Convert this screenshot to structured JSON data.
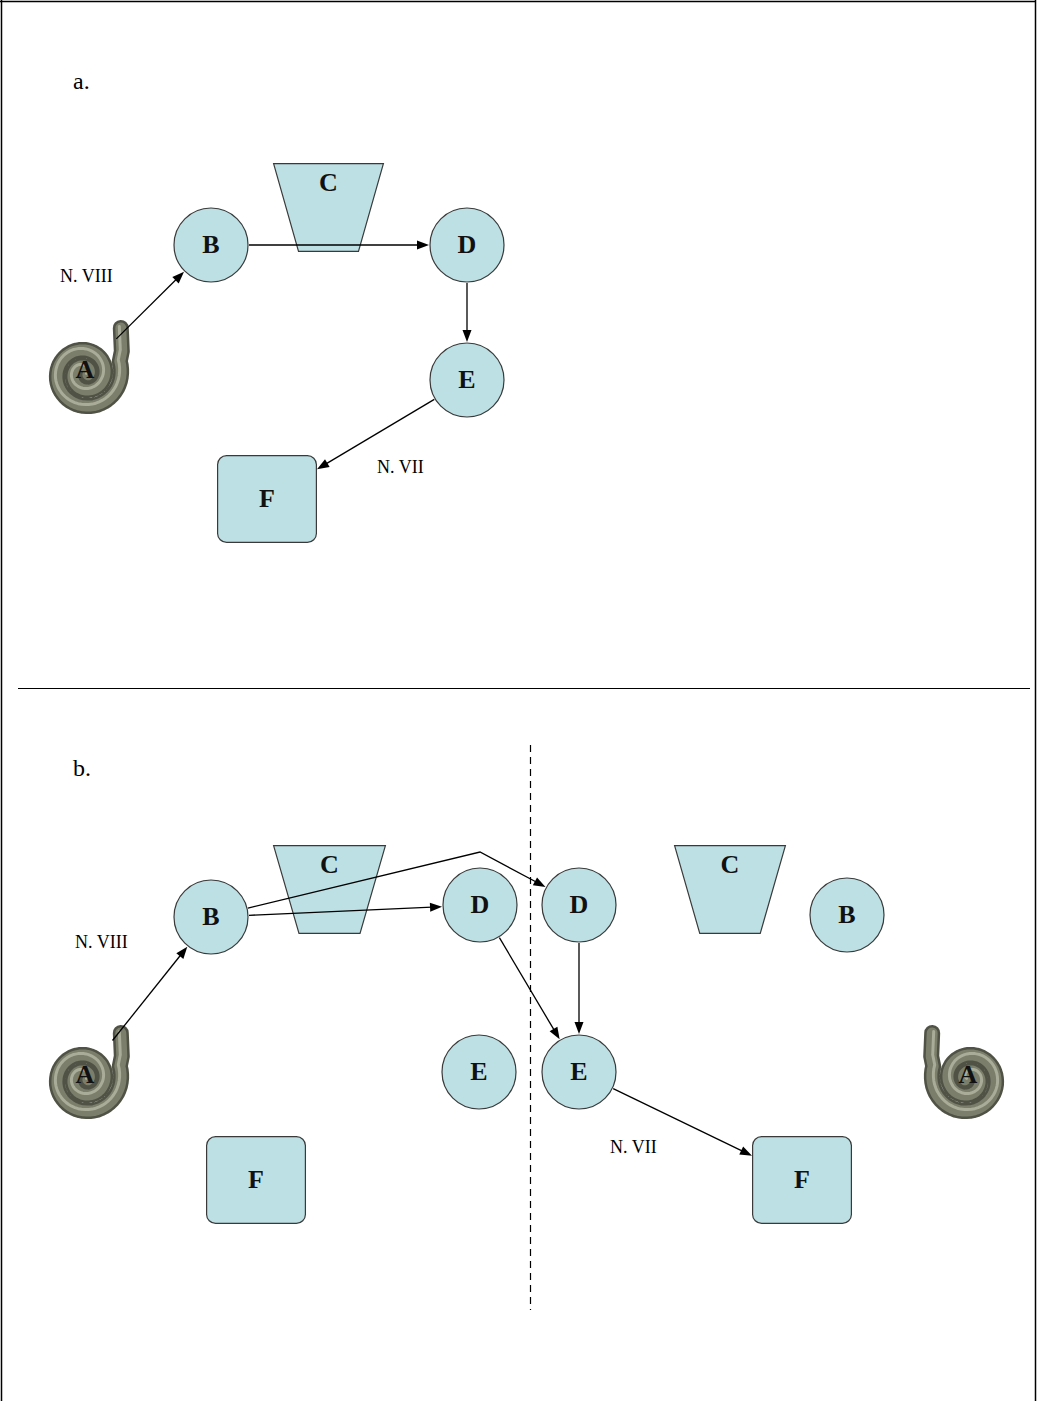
{
  "diagram": {
    "nodes": [
      {
        "text": [
          "B"
        ]
      },
      {
        "text": [
          "C"
        ]
      },
      {
        "text": [
          "D"
        ]
      },
      {
        "text": [
          "A"
        ]
      },
      {
        "text": [
          "E"
        ]
      },
      {
        "text": [
          "F"
        ]
      },
      {
        "text": [
          "B"
        ]
      },
      {
        "text": [
          "C"
        ]
      },
      {
        "text": [
          "D"
        ]
      },
      {
        "text": [
          "D"
        ]
      },
      {
        "text": [
          "C"
        ]
      },
      {
        "text": [
          "B"
        ]
      },
      {
        "text": [
          "A"
        ]
      },
      {
        "text": [
          "E"
        ]
      },
      {
        "text": [
          "E"
        ]
      },
      {
        "text": [
          "A"
        ]
      },
      {
        "text": [
          "F"
        ]
      },
      {
        "text": [
          "F"
        ]
      }
    ],
    "edges": [
      {
        "from": 3,
        "to": 0,
        "arrow": "to",
        "label": "N. VIII"
      },
      {
        "from": 0,
        "to": 2,
        "arrow": "to"
      },
      {
        "from": 2,
        "to": 4,
        "arrow": "to"
      },
      {
        "from": 4,
        "to": 5,
        "arrow": "to",
        "label": "N. VII"
      },
      {
        "from": 12,
        "to": 6,
        "arrow": "to",
        "label": "N. VIII"
      },
      {
        "from": 6,
        "to": 8,
        "arrow": "to"
      },
      {
        "from": 6,
        "to": 9,
        "arrow": "to"
      },
      {
        "from": 8,
        "to": 14,
        "arrow": "to"
      },
      {
        "from": 9,
        "to": 14,
        "arrow": "to"
      },
      {
        "from": 14,
        "to": 17,
        "arrow": "to",
        "label": "N. VII"
      }
    ],
    "labels": [
      "a.",
      "b."
    ]
  }
}
